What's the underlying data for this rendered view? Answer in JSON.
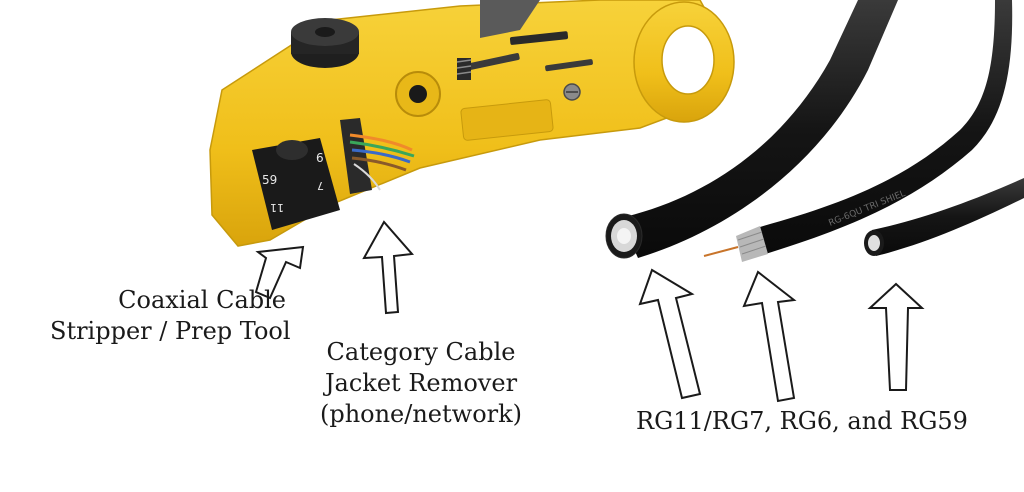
{
  "labels": {
    "coax": {
      "line1": "Coaxial Cable",
      "line2": "Stripper / Prep Tool"
    },
    "category": {
      "line1": "Category Cable",
      "line2": "Jacket Remover",
      "line3": "(phone/network)"
    },
    "cables": {
      "line1": "RG11/RG7, RG6, and RG59"
    }
  },
  "tool_markings": {
    "die_a": "59",
    "die_b": "6",
    "die_c": "11",
    "die_d": "7"
  },
  "cable_print": "RG-6QU TRI SHIEL",
  "colors": {
    "tool_yellow": "#f2c21e",
    "cable_black": "#1c1c1c",
    "background": "#ffffff"
  }
}
